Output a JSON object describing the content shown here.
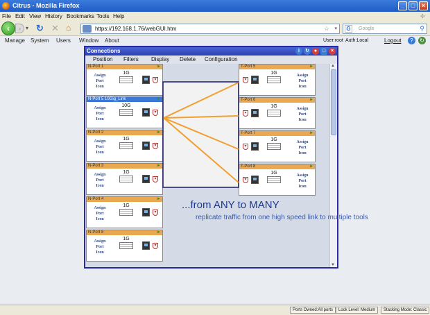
{
  "browser": {
    "title": "Citrus - Mozilla Firefox",
    "menu": [
      "File",
      "Edit",
      "View",
      "History",
      "Bookmarks",
      "Tools",
      "Help"
    ],
    "url": "https://192.168.1.76/webGUI.htm",
    "search_placeholder": "Google"
  },
  "app": {
    "menu": [
      "Manage",
      "System",
      "Users",
      "Window",
      "About"
    ],
    "user": "User:root",
    "auth": "Auth:Local",
    "logout": "Logout"
  },
  "connections": {
    "title": "Connections",
    "menu": [
      "Position",
      "Filters",
      "Display",
      "Delete",
      "Configuration"
    ],
    "network_ports": [
      {
        "label": "N-Port 1",
        "speed": "1G",
        "assign": [
          "Assign",
          "Port",
          "Icon"
        ],
        "selected": false
      },
      {
        "label": "N-Port 5   10Gig_Link",
        "speed": "10G",
        "assign": [
          "Assign",
          "Port",
          "Icon"
        ],
        "selected": true
      },
      {
        "label": "N-Port 2",
        "speed": "1G",
        "assign": [
          "Assign",
          "Port",
          "Icon"
        ],
        "selected": false
      },
      {
        "label": "N-Port 3",
        "speed": "1G",
        "assign": [
          "Assign",
          "Port",
          "Icon"
        ],
        "selected": false
      },
      {
        "label": "N-Port 4",
        "speed": "1G",
        "assign": [
          "Assign",
          "Port",
          "Icon"
        ],
        "selected": false
      },
      {
        "label": "N-Port 8",
        "speed": "1G",
        "assign": [
          "Assign",
          "Port",
          "Icon"
        ],
        "selected": false
      }
    ],
    "tool_ports": [
      {
        "label": "T-Port 5",
        "speed": "1G",
        "assign": [
          "Assign",
          "Port",
          "Icon"
        ]
      },
      {
        "label": "T-Port 6",
        "speed": "1G",
        "assign": [
          "Assign",
          "Port",
          "Icon"
        ]
      },
      {
        "label": "T-Port 7",
        "speed": "1G",
        "assign": [
          "Assign",
          "Port",
          "Icon"
        ]
      },
      {
        "label": "T-Port 8",
        "speed": "1G",
        "assign": [
          "Assign",
          "Port",
          "Icon"
        ]
      }
    ]
  },
  "banner": {
    "headline": "...from ANY to MANY",
    "subline": "replicate traffic from one high speed link to multiple tools"
  },
  "status": {
    "ports_owned": "Ports Owned:All ports",
    "lock_level": "Lock Level: Medium",
    "stacking_mode": "Stacking Mode: Classic"
  },
  "colors": {
    "connection_line": "#f0a030",
    "port_header": "#eaa850",
    "selected_header": "#3b78d6",
    "window_border": "#2a2aa0"
  }
}
